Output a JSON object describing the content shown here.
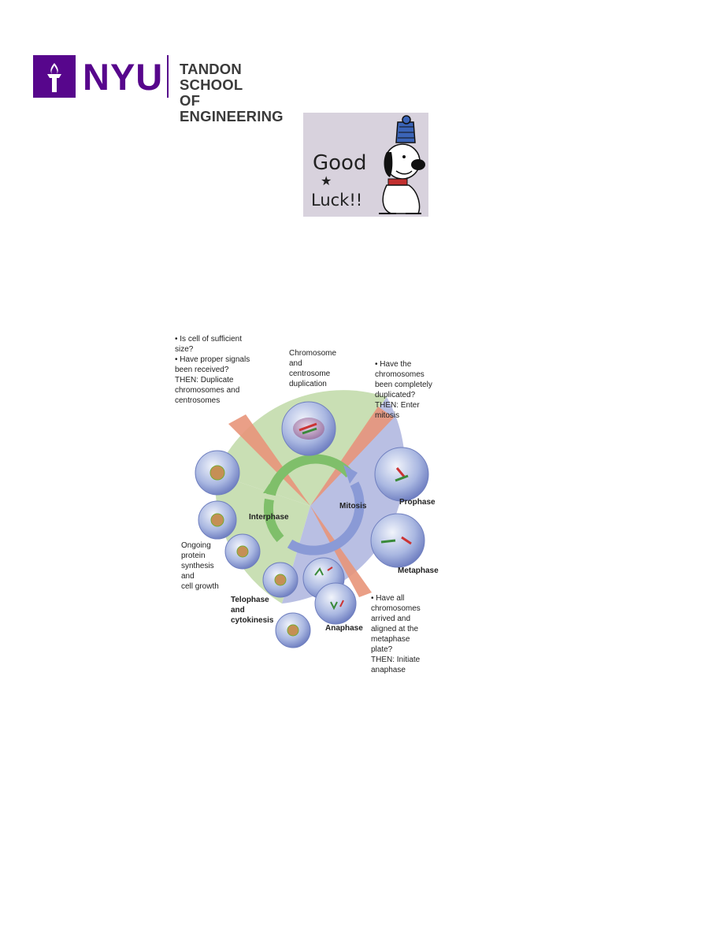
{
  "header": {
    "logo_text": "NYU",
    "school_line1": "TANDON SCHOOL",
    "school_line2": "OF ENGINEERING",
    "brand_color": "#57068c"
  },
  "good_luck_card": {
    "text_line1": "Good",
    "text_line2": "Luck!!",
    "background_color": "#d8d2dd"
  },
  "diagram": {
    "checkpoint_g1": "• Is cell of sufficient\n  size?\n• Have proper signals\n  been received?\n  THEN: Duplicate\n  chromosomes and\n  centrosomes",
    "top_label": "Chromosome\nand\ncentrosome\nduplication",
    "checkpoint_g2": "• Have the\n  chromosomes\n  been completely\n  duplicated?\n  THEN: Enter\n  mitosis",
    "interphase": "Interphase",
    "mitosis": "Mitosis",
    "prophase": "Prophase",
    "metaphase": "Metaphase",
    "anaphase": "Anaphase",
    "telophase": "Telophase\nand\ncytokinesis",
    "growth": "Ongoing\nprotein\nsynthesis\nand\ncell growth",
    "checkpoint_m": "• Have all\n  chromosomes\n  arrived and\n  aligned at the\n  metaphase\n  plate?\n  THEN: Initiate\n  anaphase",
    "colors": {
      "interphase_sector": "#c9dfb4",
      "mitosis_sector": "#b9bfe3",
      "checkpoint_wedge": "#e8957a",
      "arrow_green": "#7fbf6a",
      "arrow_blue": "#8a9ad6"
    }
  }
}
